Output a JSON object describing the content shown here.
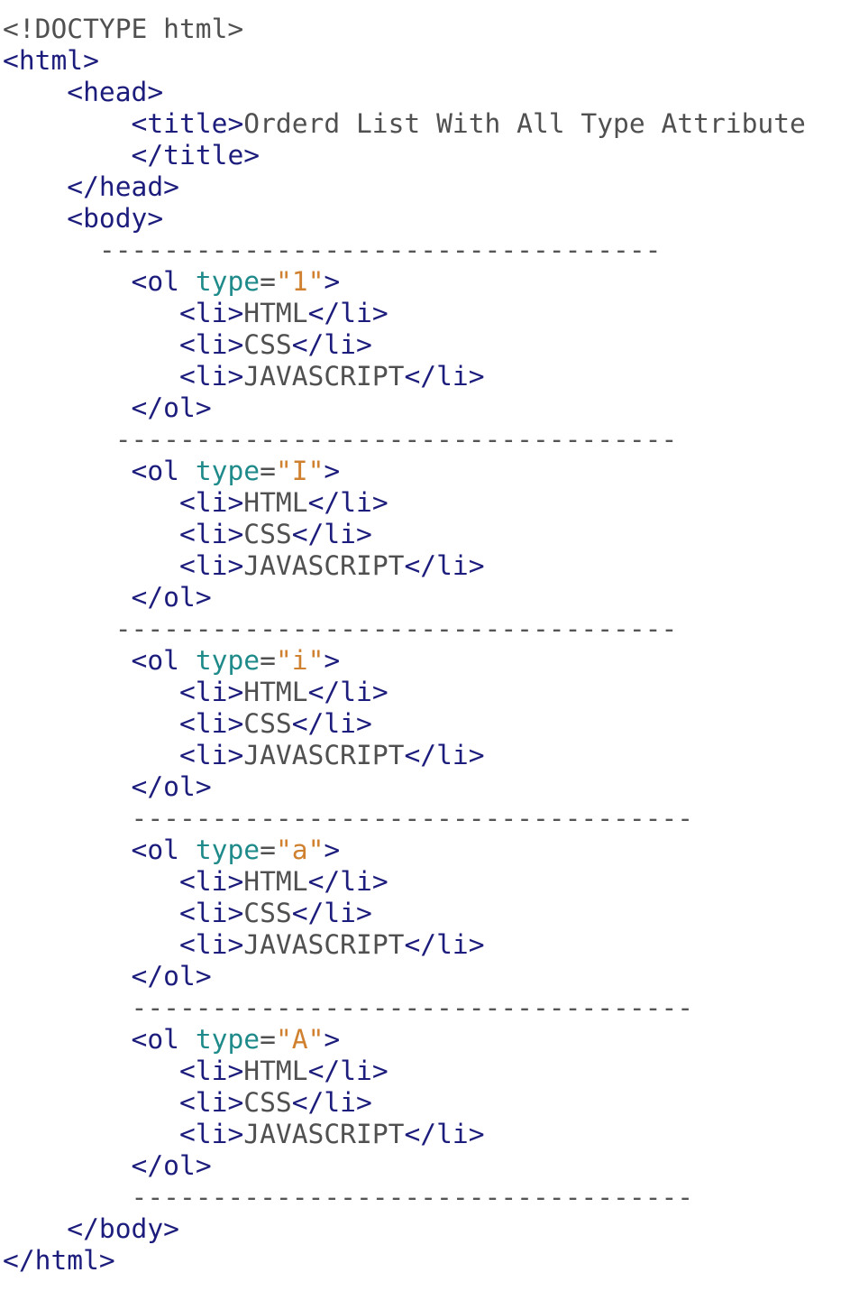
{
  "code_lines": [
    [
      {
        "t": "<!DOCTYPE html>",
        "c": "text"
      }
    ],
    [
      {
        "t": "<html>",
        "c": "tag"
      }
    ],
    [
      {
        "t": "    ",
        "c": "text"
      },
      {
        "t": "<head>",
        "c": "tag"
      }
    ],
    [
      {
        "t": "        ",
        "c": "text"
      },
      {
        "t": "<title>",
        "c": "tag"
      },
      {
        "t": "Orderd List With All Type Attribute",
        "c": "text"
      }
    ],
    [
      {
        "t": "        ",
        "c": "text"
      },
      {
        "t": "</title>",
        "c": "tag"
      }
    ],
    [
      {
        "t": "    ",
        "c": "text"
      },
      {
        "t": "</head>",
        "c": "tag"
      }
    ],
    [
      {
        "t": "    ",
        "c": "text"
      },
      {
        "t": "<body>",
        "c": "tag"
      }
    ],
    [
      {
        "t": "      -----------------------------------",
        "c": "dash"
      }
    ],
    [
      {
        "t": "        ",
        "c": "text"
      },
      {
        "t": "<ol ",
        "c": "tag"
      },
      {
        "t": "type",
        "c": "attr"
      },
      {
        "t": "=",
        "c": "text"
      },
      {
        "t": "\"1\"",
        "c": "val"
      },
      {
        "t": ">",
        "c": "tag"
      }
    ],
    [
      {
        "t": "           ",
        "c": "text"
      },
      {
        "t": "<li>",
        "c": "tag"
      },
      {
        "t": "HTML",
        "c": "text"
      },
      {
        "t": "</li>",
        "c": "tag"
      }
    ],
    [
      {
        "t": "           ",
        "c": "text"
      },
      {
        "t": "<li>",
        "c": "tag"
      },
      {
        "t": "CSS",
        "c": "text"
      },
      {
        "t": "</li>",
        "c": "tag"
      }
    ],
    [
      {
        "t": "           ",
        "c": "text"
      },
      {
        "t": "<li>",
        "c": "tag"
      },
      {
        "t": "JAVASCRIPT",
        "c": "text"
      },
      {
        "t": "</li>",
        "c": "tag"
      }
    ],
    [
      {
        "t": "        ",
        "c": "text"
      },
      {
        "t": "</ol>",
        "c": "tag"
      }
    ],
    [
      {
        "t": "       -----------------------------------",
        "c": "dash"
      }
    ],
    [
      {
        "t": "        ",
        "c": "text"
      },
      {
        "t": "<ol ",
        "c": "tag"
      },
      {
        "t": "type",
        "c": "attr"
      },
      {
        "t": "=",
        "c": "text"
      },
      {
        "t": "\"I\"",
        "c": "val"
      },
      {
        "t": ">",
        "c": "tag"
      }
    ],
    [
      {
        "t": "           ",
        "c": "text"
      },
      {
        "t": "<li>",
        "c": "tag"
      },
      {
        "t": "HTML",
        "c": "text"
      },
      {
        "t": "</li>",
        "c": "tag"
      }
    ],
    [
      {
        "t": "           ",
        "c": "text"
      },
      {
        "t": "<li>",
        "c": "tag"
      },
      {
        "t": "CSS",
        "c": "text"
      },
      {
        "t": "</li>",
        "c": "tag"
      }
    ],
    [
      {
        "t": "           ",
        "c": "text"
      },
      {
        "t": "<li>",
        "c": "tag"
      },
      {
        "t": "JAVASCRIPT",
        "c": "text"
      },
      {
        "t": "</li>",
        "c": "tag"
      }
    ],
    [
      {
        "t": "        ",
        "c": "text"
      },
      {
        "t": "</ol>",
        "c": "tag"
      }
    ],
    [
      {
        "t": "       -----------------------------------",
        "c": "dash"
      }
    ],
    [
      {
        "t": "        ",
        "c": "text"
      },
      {
        "t": "<ol ",
        "c": "tag"
      },
      {
        "t": "type",
        "c": "attr"
      },
      {
        "t": "=",
        "c": "text"
      },
      {
        "t": "\"i\"",
        "c": "val"
      },
      {
        "t": ">",
        "c": "tag"
      }
    ],
    [
      {
        "t": "           ",
        "c": "text"
      },
      {
        "t": "<li>",
        "c": "tag"
      },
      {
        "t": "HTML",
        "c": "text"
      },
      {
        "t": "</li>",
        "c": "tag"
      }
    ],
    [
      {
        "t": "           ",
        "c": "text"
      },
      {
        "t": "<li>",
        "c": "tag"
      },
      {
        "t": "CSS",
        "c": "text"
      },
      {
        "t": "</li>",
        "c": "tag"
      }
    ],
    [
      {
        "t": "           ",
        "c": "text"
      },
      {
        "t": "<li>",
        "c": "tag"
      },
      {
        "t": "JAVASCRIPT",
        "c": "text"
      },
      {
        "t": "</li>",
        "c": "tag"
      }
    ],
    [
      {
        "t": "        ",
        "c": "text"
      },
      {
        "t": "</ol>",
        "c": "tag"
      }
    ],
    [
      {
        "t": "        -----------------------------------",
        "c": "dash"
      }
    ],
    [
      {
        "t": "        ",
        "c": "text"
      },
      {
        "t": "<ol ",
        "c": "tag"
      },
      {
        "t": "type",
        "c": "attr"
      },
      {
        "t": "=",
        "c": "text"
      },
      {
        "t": "\"a\"",
        "c": "val"
      },
      {
        "t": ">",
        "c": "tag"
      }
    ],
    [
      {
        "t": "           ",
        "c": "text"
      },
      {
        "t": "<li>",
        "c": "tag"
      },
      {
        "t": "HTML",
        "c": "text"
      },
      {
        "t": "</li>",
        "c": "tag"
      }
    ],
    [
      {
        "t": "           ",
        "c": "text"
      },
      {
        "t": "<li>",
        "c": "tag"
      },
      {
        "t": "CSS",
        "c": "text"
      },
      {
        "t": "</li>",
        "c": "tag"
      }
    ],
    [
      {
        "t": "           ",
        "c": "text"
      },
      {
        "t": "<li>",
        "c": "tag"
      },
      {
        "t": "JAVASCRIPT",
        "c": "text"
      },
      {
        "t": "</li>",
        "c": "tag"
      }
    ],
    [
      {
        "t": "        ",
        "c": "text"
      },
      {
        "t": "</ol>",
        "c": "tag"
      }
    ],
    [
      {
        "t": "        -----------------------------------",
        "c": "dash"
      }
    ],
    [
      {
        "t": "        ",
        "c": "text"
      },
      {
        "t": "<ol ",
        "c": "tag"
      },
      {
        "t": "type",
        "c": "attr"
      },
      {
        "t": "=",
        "c": "text"
      },
      {
        "t": "\"A\"",
        "c": "val"
      },
      {
        "t": ">",
        "c": "tag"
      }
    ],
    [
      {
        "t": "           ",
        "c": "text"
      },
      {
        "t": "<li>",
        "c": "tag"
      },
      {
        "t": "HTML",
        "c": "text"
      },
      {
        "t": "</li>",
        "c": "tag"
      }
    ],
    [
      {
        "t": "           ",
        "c": "text"
      },
      {
        "t": "<li>",
        "c": "tag"
      },
      {
        "t": "CSS",
        "c": "text"
      },
      {
        "t": "</li>",
        "c": "tag"
      }
    ],
    [
      {
        "t": "           ",
        "c": "text"
      },
      {
        "t": "<li>",
        "c": "tag"
      },
      {
        "t": "JAVASCRIPT",
        "c": "text"
      },
      {
        "t": "</li>",
        "c": "tag"
      }
    ],
    [
      {
        "t": "        ",
        "c": "text"
      },
      {
        "t": "</ol>",
        "c": "tag"
      }
    ],
    [
      {
        "t": "        -----------------------------------",
        "c": "dash"
      }
    ],
    [
      {
        "t": "    ",
        "c": "text"
      },
      {
        "t": "</body>",
        "c": "tag"
      }
    ],
    [
      {
        "t": "</html>",
        "c": "tag"
      }
    ]
  ],
  "colors": {
    "tag": "#1c1c7c",
    "attr": "#1f8a8a",
    "val": "#d0812f",
    "text": "#505050"
  }
}
